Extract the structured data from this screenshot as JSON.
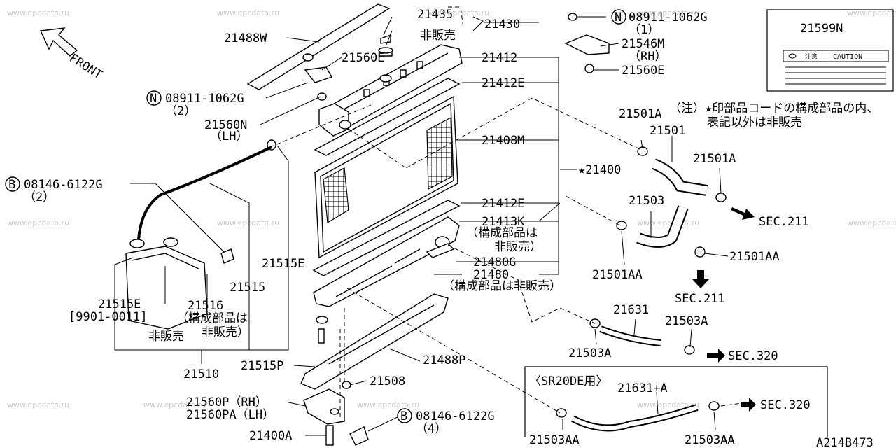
{
  "watermark": "www.epcdata.ru",
  "front_label": "FRONT",
  "caution_box": {
    "part_no": "21599N",
    "caution_text": "CAUTION",
    "caution_jp": "注意"
  },
  "note": {
    "line1": "（注）★印部品コードの構成部品の内、",
    "line2": "表記以外は非販売"
  },
  "sr20de_box": {
    "title": "〈SR20DE用〉"
  },
  "diagram_id": "A214B473",
  "labels": [
    {
      "id": "l01",
      "text": "21488W"
    },
    {
      "id": "l02",
      "text": "21435"
    },
    {
      "id": "l03",
      "text": "非販売"
    },
    {
      "id": "l04",
      "text": "21430"
    },
    {
      "id": "l05",
      "text": "08911-1062G"
    },
    {
      "id": "l06",
      "text": "（1）"
    },
    {
      "id": "l07",
      "text": "21546M"
    },
    {
      "id": "l08",
      "text": "（RH）"
    },
    {
      "id": "l09",
      "text": "21560E"
    },
    {
      "id": "l10",
      "text": "21560E"
    },
    {
      "id": "l11",
      "text": "21412"
    },
    {
      "id": "l12",
      "text": "21412E"
    },
    {
      "id": "l13",
      "text": "08911-1062G"
    },
    {
      "id": "l14",
      "text": "（2）"
    },
    {
      "id": "l15",
      "text": "21560N"
    },
    {
      "id": "l16",
      "text": "（LH）"
    },
    {
      "id": "l17",
      "text": "21501A"
    },
    {
      "id": "l18",
      "text": "21501"
    },
    {
      "id": "l19",
      "text": "21501A"
    },
    {
      "id": "l20",
      "text": "21408M"
    },
    {
      "id": "l21",
      "text": "★21400"
    },
    {
      "id": "l22",
      "text": "08146-6122G"
    },
    {
      "id": "l23",
      "text": "（2）"
    },
    {
      "id": "l24",
      "text": "21503"
    },
    {
      "id": "l25",
      "text": "21412E"
    },
    {
      "id": "l26",
      "text": "21413K"
    },
    {
      "id": "l27",
      "text": "（構成部品は"
    },
    {
      "id": "l28",
      "text": "非販売）"
    },
    {
      "id": "l29",
      "text": "SEC.211"
    },
    {
      "id": "l30",
      "text": "21501AA"
    },
    {
      "id": "l31",
      "text": "21515E"
    },
    {
      "id": "l32",
      "text": "21480G"
    },
    {
      "id": "l33",
      "text": "21480"
    },
    {
      "id": "l34",
      "text": "21501AA"
    },
    {
      "id": "l35",
      "text": "（構成部品は非販売）"
    },
    {
      "id": "l36",
      "text": "21515"
    },
    {
      "id": "l37",
      "text": "SEC.211"
    },
    {
      "id": "l38",
      "text": "21515E"
    },
    {
      "id": "l39",
      "text": "21516"
    },
    {
      "id": "l40",
      "text": "[9901-0011]"
    },
    {
      "id": "l41",
      "text": "（構成部品は"
    },
    {
      "id": "l42",
      "text": "21631"
    },
    {
      "id": "l43",
      "text": "21503A"
    },
    {
      "id": "l44",
      "text": "非販売"
    },
    {
      "id": "l45",
      "text": "非販売）"
    },
    {
      "id": "l46",
      "text": "21503A"
    },
    {
      "id": "l47",
      "text": "SEC.320"
    },
    {
      "id": "l48",
      "text": "21510"
    },
    {
      "id": "l49",
      "text": "21515P"
    },
    {
      "id": "l50",
      "text": "21488P"
    },
    {
      "id": "l51",
      "text": "21508"
    },
    {
      "id": "l52",
      "text": "21631+A"
    },
    {
      "id": "l53",
      "text": "21560P（RH）"
    },
    {
      "id": "l54",
      "text": "21560PA（LH）"
    },
    {
      "id": "l55",
      "text": "08146-6122G"
    },
    {
      "id": "l56",
      "text": "SEC.320"
    },
    {
      "id": "l57",
      "text": "（4）"
    },
    {
      "id": "l58",
      "text": "21400A"
    },
    {
      "id": "l59",
      "text": "21503AA"
    },
    {
      "id": "l60",
      "text": "21503AA"
    }
  ],
  "symbols": {
    "n": "N",
    "b": "B"
  }
}
